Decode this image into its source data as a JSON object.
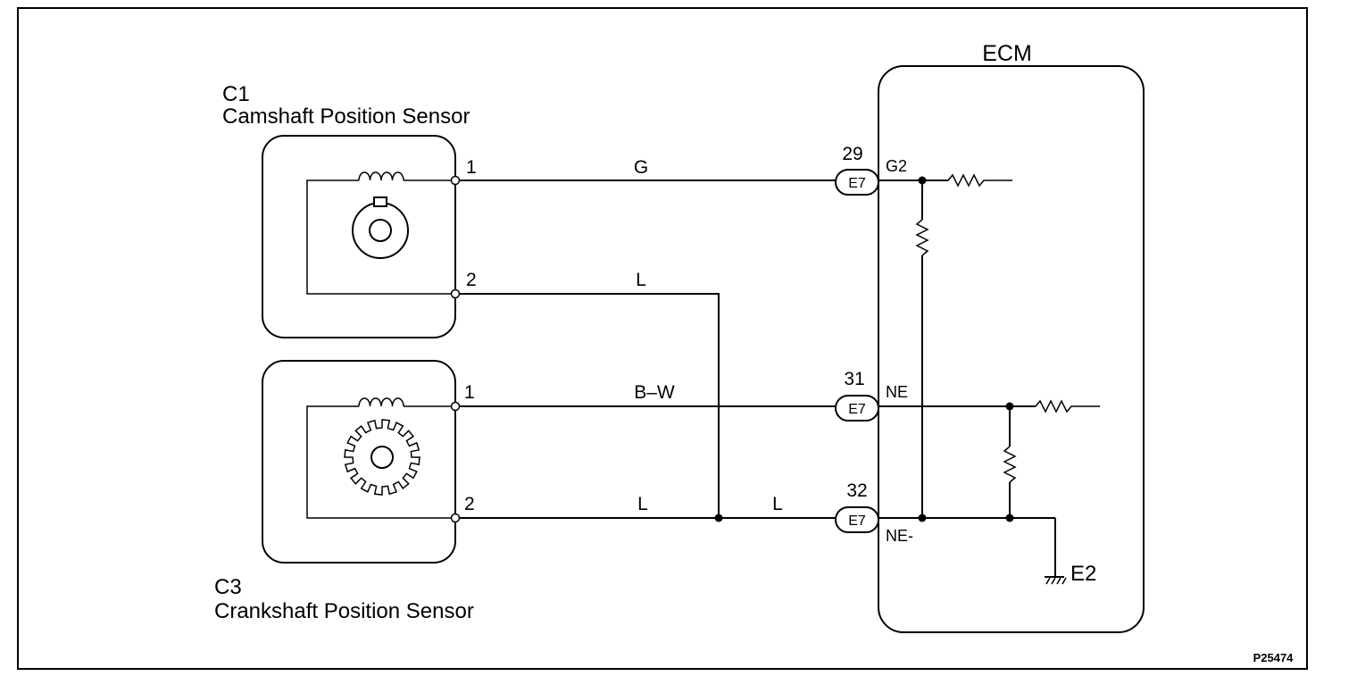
{
  "ecm": {
    "title": "ECM",
    "ground_label": "E2"
  },
  "cam_sensor": {
    "code": "C1",
    "name": "Camshaft Position Sensor",
    "pin1": "1",
    "pin2": "2"
  },
  "crank_sensor": {
    "code": "C3",
    "name": "Crankshaft Position Sensor",
    "pin1": "1",
    "pin2": "2"
  },
  "wires": {
    "g": "G",
    "l_cam": "L",
    "bw": "B–W",
    "l_crank": "L",
    "l_joined": "L"
  },
  "connectors": [
    {
      "pin": "29",
      "connector": "E7",
      "terminal": "G2"
    },
    {
      "pin": "31",
      "connector": "E7",
      "terminal": "NE"
    },
    {
      "pin": "32",
      "connector": "E7",
      "terminal": "NE-"
    }
  ],
  "figure_code": "P25474"
}
